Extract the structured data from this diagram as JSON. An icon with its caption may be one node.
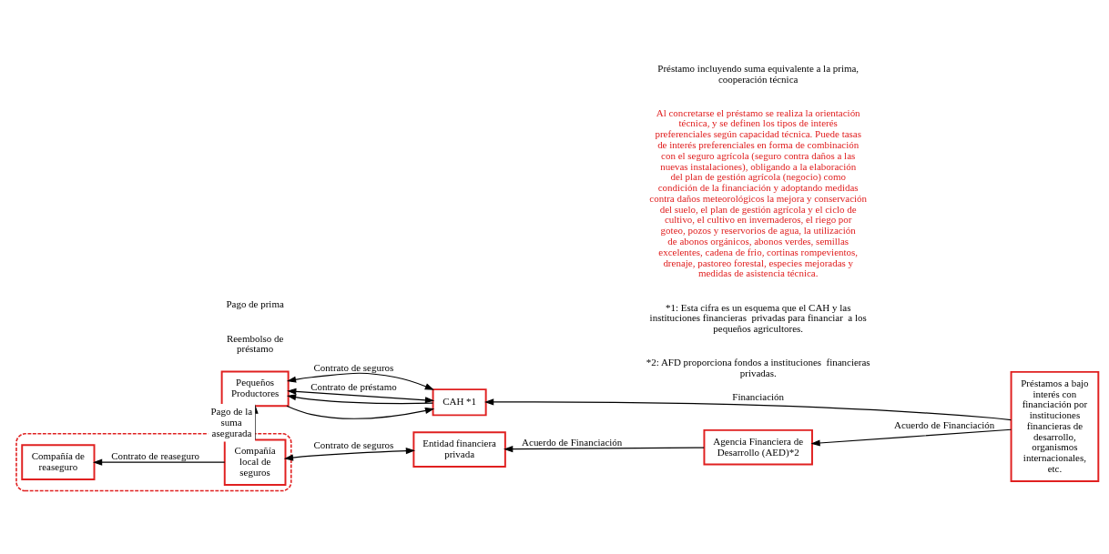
{
  "diagram": {
    "nodes": [
      {
        "text": [],
        "shape": "box"
      },
      {
        "text": [
          "Compañía de reaseguro"
        ],
        "in": 0
      },
      {
        "text": [
          "Compañía local de seguros"
        ],
        "in": 0
      },
      {
        "text": [
          "Entidad financiera privada"
        ]
      },
      {
        "text": [
          "CAH *1"
        ]
      },
      {
        "text": [
          "Agencia Financiera de Desarrollo (AED)*2"
        ]
      },
      {
        "text": [
          "Préstamos a bajo interés con financiación por instituciones financieras de desarrollo, organismos internacionales, etc."
        ]
      },
      {
        "text": [
          "Pequeños Productores"
        ]
      }
    ],
    "edges": [
      {
        "from": 2,
        "to": 1,
        "arrow": "to",
        "label": "Contrato de reaseguro"
      },
      {
        "from": 2,
        "to": 3,
        "arrow": "both",
        "label": "Contrato de seguros"
      },
      {
        "from": 5,
        "to": 3,
        "arrow": "to",
        "label": "Acuerdo de Financiación"
      },
      {
        "from": 6,
        "to": 5,
        "arrow": "to",
        "label": "Acuerdo de Financiación"
      },
      {
        "from": 6,
        "to": 4,
        "arrow": "to",
        "label": "Financiación"
      },
      {
        "from": 7,
        "to": 4,
        "arrow": "to"
      },
      {
        "from": 4,
        "to": 7,
        "arrow": "both",
        "label": "Contrato de seguros"
      },
      {
        "from": 4,
        "to": 7,
        "arrow": "both",
        "label": "Contrato de préstamo"
      },
      {
        "from": 4,
        "to": 7,
        "arrow": "to"
      },
      {
        "from": 2,
        "to": 7,
        "arrow": "to",
        "label": "Pago de la suma asegurada"
      }
    ],
    "labels": [
      "Pago de prima",
      "Reembolso de préstamo",
      "Préstamo incluyendo suma equivalente a la prima, cooperación técnica",
      "Al concretarse el préstamo se realiza la orientación técnica, y se definen los tipos de interés preferenciales según capacidad técnica. Puede tasas de interés preferenciales en forma de combinación con el seguro agrícola (seguro contra daños a las nuevas instalaciones), obligando a la elaboración del plan de gestión agrícola (negocio) como condición de la financiación y adoptando medidas contra daños meteorológicos la mejora y conservación del suelo, el plan de gestión agrícola y el ciclo de cultivo, el cultivo en invernaderos, el riego por goteo, pozos y reservorios de agua, la utilización de abonos orgánicos, abonos verdes, semillas excelentes, cadena de frio, cortinas rompevientos, drenaje, pastoreo forestal, especies mejoradas y medidas de asistencia técnica.",
      "*1: Esta cifra es un esquema que el CAH y las instituciones financieras  privadas para financiar  a los pequeños agricultores.",
      "*2: AFD proporciona fondos a instituciones  financieras privadas."
    ]
  }
}
